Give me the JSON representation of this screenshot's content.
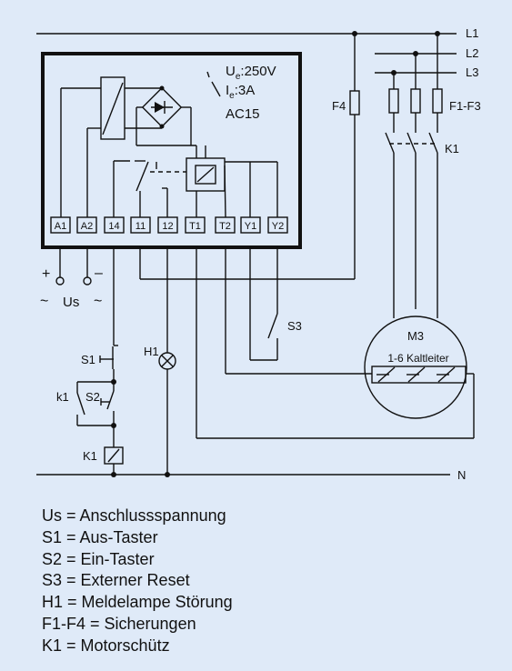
{
  "lines": {
    "L1": "L1",
    "L2": "L2",
    "L3": "L3",
    "N": "N"
  },
  "relay": {
    "ue_sym": "U",
    "ue_sub": "e",
    "ue_val": ":250V",
    "ie_sym": "I",
    "ie_sub": "e",
    "ie_val": ":3A",
    "cat": "AC15",
    "terminals": [
      "A1",
      "A2",
      "14",
      "11",
      "12",
      "T1",
      "T2",
      "Y1",
      "Y2"
    ]
  },
  "supply": {
    "plus": "+",
    "minus": "–",
    "tilde_left": "~",
    "label": "Us",
    "tilde_right": "~"
  },
  "devices": {
    "F4": "F4",
    "F1F3": "F1-F3",
    "K1_contact": "K1",
    "S3": "S3",
    "S1": "S1",
    "H1": "H1",
    "k1_aux": "k1",
    "S2": "S2",
    "K1_coil": "K1",
    "motor": "M3",
    "thermistor": "1-6 Kaltleiter"
  },
  "legend": [
    "Us = Anschlussspannung",
    "S1 = Aus-Taster",
    "S2 = Ein-Taster",
    "S3 = Externer Reset",
    "H1 = Meldelampe Störung",
    "F1-F4 = Sicherungen",
    "K1 = Motorschütz"
  ]
}
